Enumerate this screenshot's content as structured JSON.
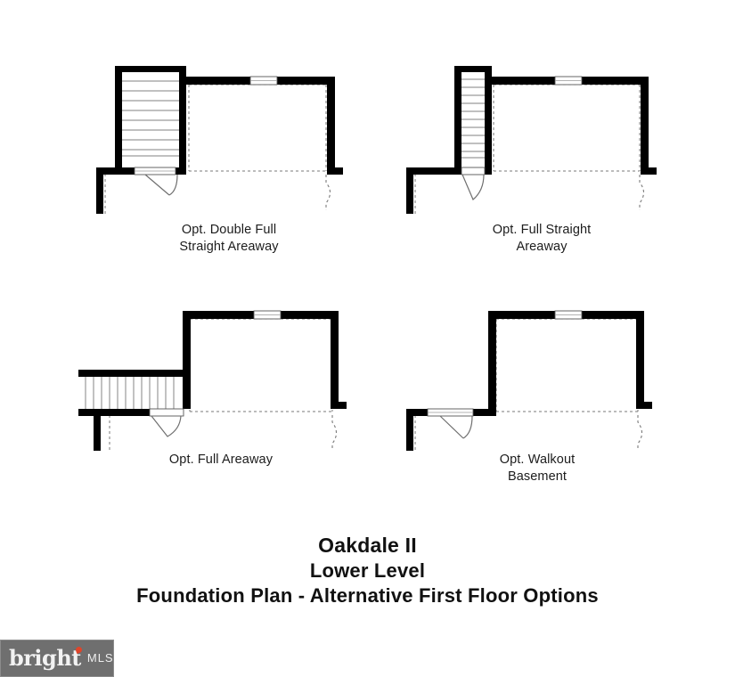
{
  "document": {
    "type": "architectural-floor-plan",
    "sheet_title_lines": [
      "Oakdale II",
      "Lower Level",
      "Foundation Plan - Alternative First Floor Options"
    ],
    "title_line_1": "Oakdale II",
    "title_line_2": "Lower Level",
    "title_line_3": "Foundation Plan - Alternative First Floor Options",
    "background_color": "#ffffff",
    "wall_color": "#000000",
    "line_color": "#555555",
    "dashed_color": "#6b6b6b"
  },
  "plans": [
    {
      "id": "opt-double-full-straight-areaway",
      "caption": "Opt. Double Full\nStraight Areaway",
      "caption_line_1": "Opt. Double Full",
      "caption_line_2": "Straight Areaway",
      "stair_type": "wide-straight-run",
      "stair_tread_count": 11,
      "has_window": true,
      "has_door": true,
      "has_areaway_wall": true
    },
    {
      "id": "opt-full-straight-areaway",
      "caption": "Opt. Full Straight\nAreaway",
      "caption_line_1": "Opt. Full Straight",
      "caption_line_2": "Areaway",
      "stair_type": "narrow-straight-run",
      "stair_tread_count": 12,
      "has_window": true,
      "has_door": true,
      "has_areaway_wall": true
    },
    {
      "id": "opt-full-areaway",
      "caption": "Opt. Full Areaway",
      "caption_line_1": "Opt. Full Areaway",
      "caption_line_2": "",
      "stair_type": "horizontal-run-left",
      "stair_tread_count": 13,
      "has_window": true,
      "has_door": true,
      "has_areaway_wall": true
    },
    {
      "id": "opt-walkout-basement",
      "caption": "Opt. Walkout\nBasement",
      "caption_line_1": "Opt. Walkout",
      "caption_line_2": "Basement",
      "stair_type": "none",
      "stair_tread_count": 0,
      "has_window": true,
      "has_door": true,
      "has_areaway_wall": true
    }
  ],
  "watermark": {
    "brand": "bright",
    "suffix": "MLS",
    "background_color": "#6f6f6f",
    "accent_color": "#e0452a",
    "text_color": "#f2f2f2"
  }
}
